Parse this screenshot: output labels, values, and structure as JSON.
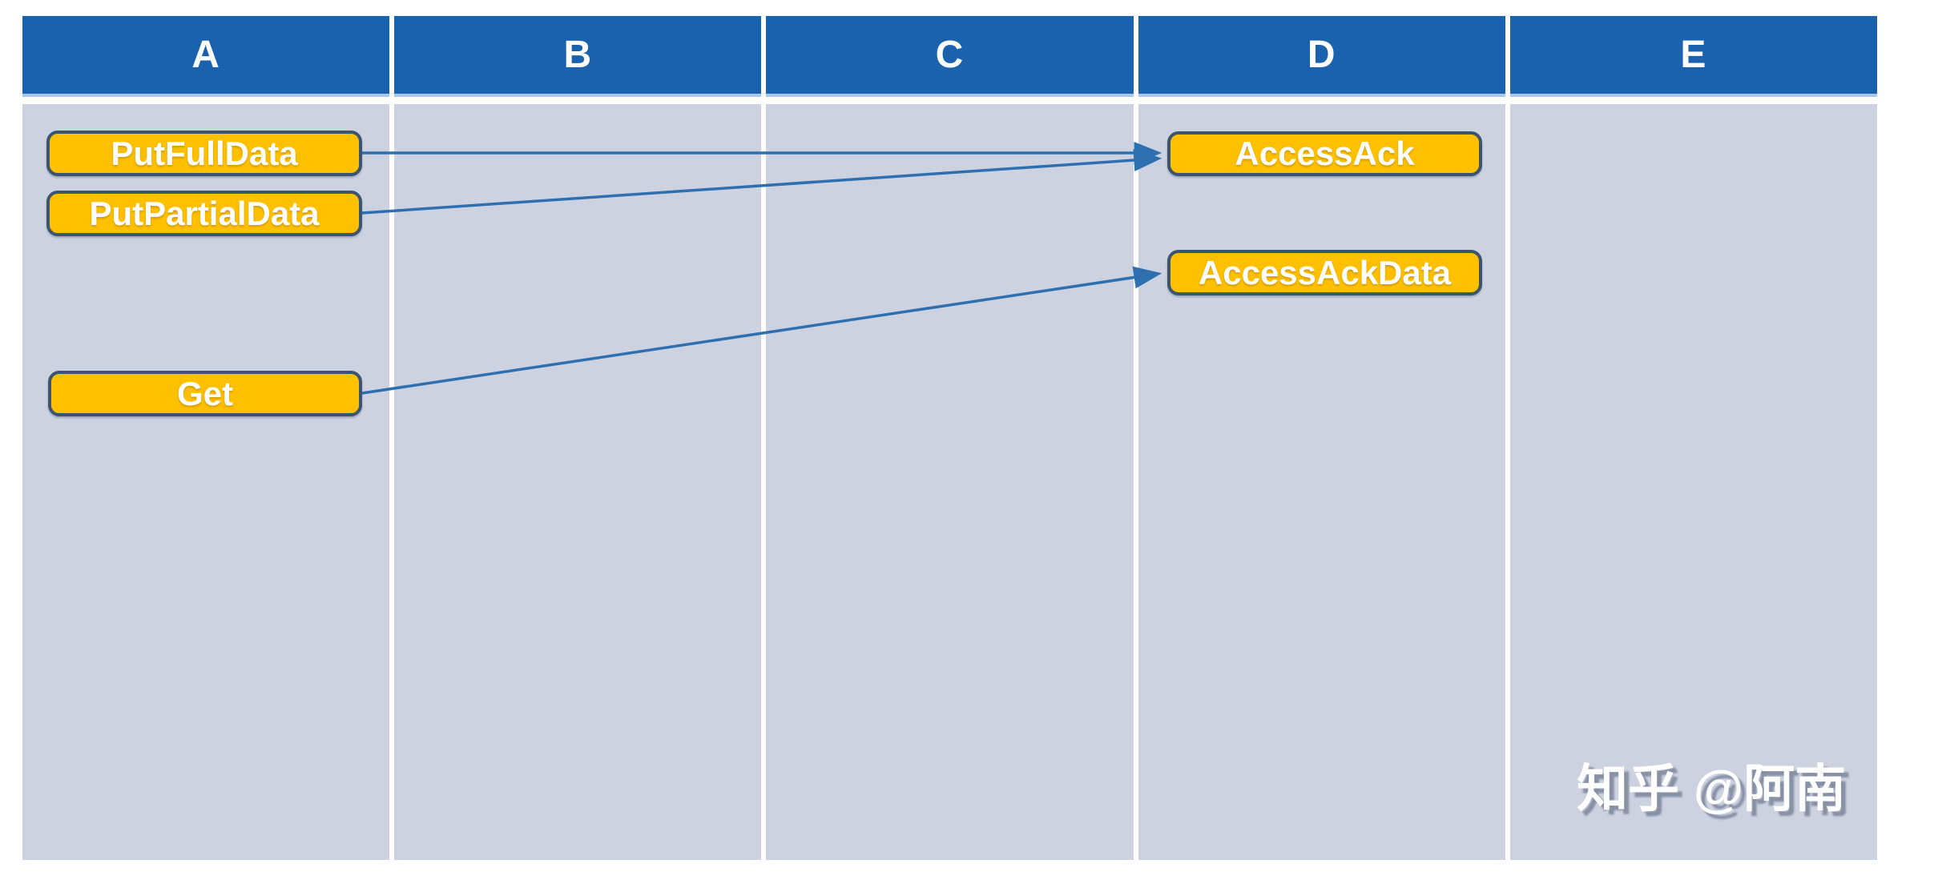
{
  "header": {
    "columns": [
      {
        "label": "A"
      },
      {
        "label": "B"
      },
      {
        "label": "C"
      },
      {
        "label": "D"
      },
      {
        "label": "E"
      }
    ]
  },
  "boxes": [
    {
      "id": "put-full-data",
      "label": "PutFullData",
      "column": "A"
    },
    {
      "id": "put-partial-data",
      "label": "PutPartialData",
      "column": "A"
    },
    {
      "id": "get",
      "label": "Get",
      "column": "A"
    },
    {
      "id": "access-ack",
      "label": "AccessAck",
      "column": "D"
    },
    {
      "id": "access-ack-data",
      "label": "AccessAckData",
      "column": "D"
    }
  ],
  "flows": [
    {
      "from": "PutFullData",
      "to": "AccessAck"
    },
    {
      "from": "PutPartialData",
      "to": "AccessAck"
    },
    {
      "from": "Get",
      "to": "AccessAckData"
    }
  ],
  "watermark": {
    "text": "知乎 @阿南"
  },
  "colors": {
    "header_blue": "#1A61AE",
    "header_underline": "#A9C7E8",
    "body_fill": "#CDD2E0",
    "box_fill": "#FFC000",
    "box_border": "#3B5470",
    "arrow_blue": "#2E6FB0",
    "text_white": "#FFFFFF"
  }
}
